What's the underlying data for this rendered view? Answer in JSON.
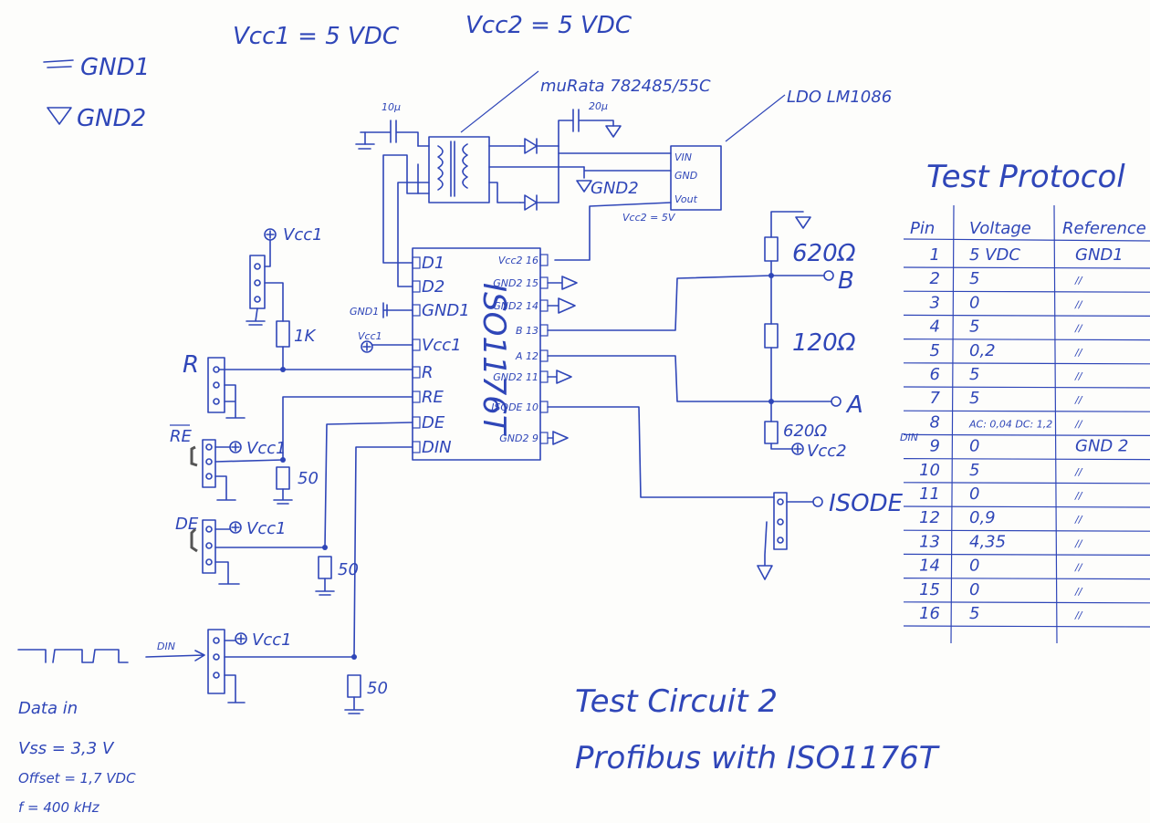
{
  "supply": {
    "vcc1": "Vcc1 = 5 VDC",
    "vcc2": "Vcc2 = 5 VDC"
  },
  "legend": {
    "gnd1": "GND1",
    "gnd2": "GND2"
  },
  "parts": {
    "transformer": "muRata 782485/55C",
    "ldo": "LDO LM1086",
    "cap_in": "10µ",
    "cap_out": "20µ",
    "ldo_vin": "VIN",
    "ldo_gnd": "GND",
    "ldo_vout": "Vout",
    "gnd2_label": "GND2",
    "vcc2_5v": "Vcc2 = 5V",
    "ic_name": "ISO1176T",
    "r_1k": "1K",
    "r_620_top": "620Ω",
    "r_120": "120Ω",
    "r_620_bot": "620Ω",
    "r_50_a": "50",
    "r_50_b": "50",
    "r_50_c": "50",
    "vcc2_term": "Vcc2",
    "vcc1": "Vcc1",
    "gnd1_small": "GND1",
    "vcc1_small": "Vcc1"
  },
  "ic_left_pins": [
    "1 D1",
    "2 D2",
    "3 GND1",
    "4 Vcc1",
    "5 R",
    "6 RE",
    "7 DE",
    "8 DIN"
  ],
  "ic_right_pins": [
    "Vcc2 16",
    "GND2 15",
    "GND2 14",
    "B 13",
    "A 12",
    "GND2 11",
    "ISODE 10",
    "GND2 9"
  ],
  "signals": {
    "r": "R",
    "re": "RE",
    "de": "DE",
    "din": "DIN",
    "b": "B",
    "a": "A",
    "isode": "ISODE"
  },
  "data_in": {
    "title": "Data in",
    "vss": "Vss = 3,3 V",
    "offset": "Offset = 1,7 VDC",
    "freq": "f = 400 kHz"
  },
  "caption": {
    "line1": "Test Circuit 2",
    "line2": "Profibus with ISO1176T"
  },
  "protocol": {
    "title": "Test Protocol",
    "headers": [
      "Pin",
      "Voltage",
      "Reference"
    ],
    "rows": [
      [
        "1",
        "5 VDC",
        "GND1"
      ],
      [
        "2",
        "5",
        "//"
      ],
      [
        "3",
        "0",
        "//"
      ],
      [
        "4",
        "5",
        "//"
      ],
      [
        "5",
        "0,2",
        "//"
      ],
      [
        "6",
        "5",
        "//"
      ],
      [
        "7",
        "5",
        "//"
      ],
      [
        "8",
        "AC: 0,04 DC: 1,2",
        "//"
      ],
      [
        "9",
        "0",
        "GND 2"
      ],
      [
        "10",
        "5",
        "//"
      ],
      [
        "11",
        "0",
        "//"
      ],
      [
        "12",
        "0,9",
        "//"
      ],
      [
        "13",
        "4,35",
        "//"
      ],
      [
        "14",
        "0",
        "//"
      ],
      [
        "15",
        "0",
        "//"
      ],
      [
        "16",
        "5",
        "//"
      ]
    ],
    "row8_prefix": "DIN"
  },
  "colors": {
    "ink": "#2f46b8",
    "paper": "#fdfdfb"
  }
}
